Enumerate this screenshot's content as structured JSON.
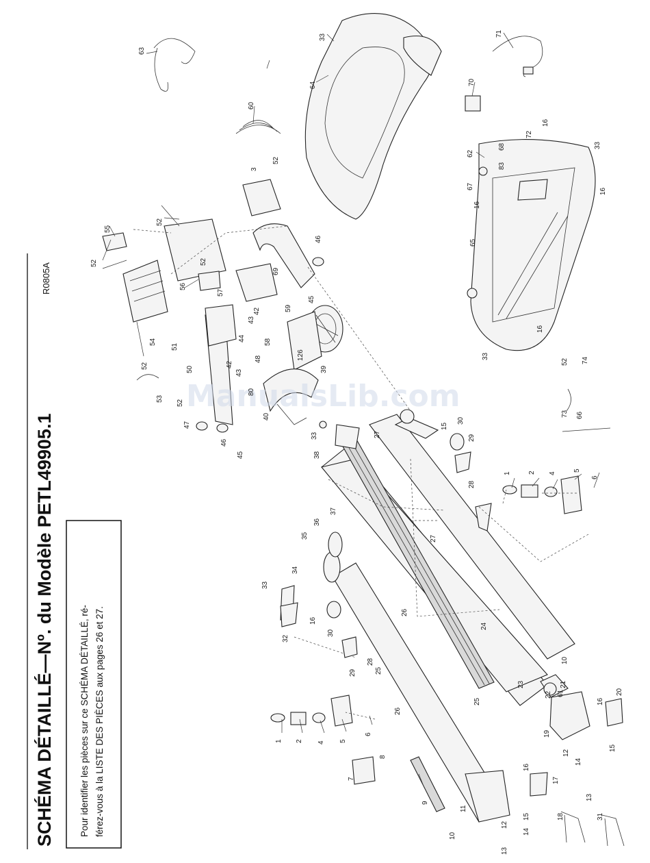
{
  "title": "SCHÉMA DÉTAILLÉ—Nº. du Modèle PETL49905.1",
  "drawing_code": "R0805A",
  "instructions": {
    "line1": "Pour identifier les pièces sur ce SCHÉMA DÉTAILLÉ, ré-",
    "line2": "férez-vous à la LISTE DES PIÈCES aux pages 26 et 27."
  },
  "watermark": "ManualsLib.com",
  "callouts": {
    "c1a": "1",
    "c2a": "2",
    "c4a": "4",
    "c5a": "5",
    "c6a": "6",
    "c7": "7",
    "c8": "8",
    "c9": "9",
    "c10a": "10",
    "c11": "11",
    "c12a": "12",
    "c13a": "13",
    "c14a": "14",
    "c15a": "15",
    "c16a": "16",
    "c17": "17",
    "c18": "18",
    "c19": "19",
    "c20": "20",
    "c21": "21",
    "c22": "22",
    "c23": "23",
    "c24": "24",
    "c25a": "25",
    "c25b": "25",
    "c26a": "26",
    "c26b": "26",
    "c27a": "27",
    "c27b": "27",
    "c28a": "28",
    "c28b": "28",
    "c29a": "29",
    "c29b": "29",
    "c30a": "30",
    "c30b": "30",
    "c31": "31",
    "c32": "32",
    "c33a": "33",
    "c33b": "33",
    "c33c": "33",
    "c33d": "33",
    "c33e": "33",
    "c34": "34",
    "c35": "35",
    "c36": "36",
    "c37": "37",
    "c38": "38",
    "c39": "39",
    "c40": "40",
    "c42a": "42",
    "c42b": "42",
    "c43a": "43",
    "c43b": "43",
    "c44": "44",
    "c45a": "45",
    "c45b": "45",
    "c46a": "46",
    "c46b": "46",
    "c47": "47",
    "c48": "48",
    "c50": "50",
    "c51": "51",
    "c52a": "52",
    "c52b": "52",
    "c52c": "52",
    "c52d": "52",
    "c52e": "52",
    "c52f": "52",
    "c52g": "52",
    "c53": "53",
    "c54": "54",
    "c55": "55",
    "c56": "56",
    "c57": "57",
    "c58": "58",
    "c59": "59",
    "c60": "60",
    "c61": "61",
    "c62": "62",
    "c63": "63",
    "c64": "64",
    "c65": "65",
    "c66": "66",
    "c67": "67",
    "c68": "68",
    "c69": "69",
    "c70": "70",
    "c71": "71",
    "c72": "72",
    "c73": "73",
    "c74": "74",
    "c80": "80",
    "c83": "83",
    "c126": "126",
    "c1b": "1",
    "c2b": "2",
    "c4b": "4",
    "c5b": "5",
    "c6b": "6",
    "c10b": "10",
    "c12b": "12",
    "c13b": "13",
    "c14b": "14",
    "c15b": "15",
    "c15c": "15",
    "c16b": "16",
    "c16c": "16",
    "c16d": "16",
    "c16e": "16",
    "c16f": "16",
    "c16g": "16",
    "c3": "3"
  }
}
